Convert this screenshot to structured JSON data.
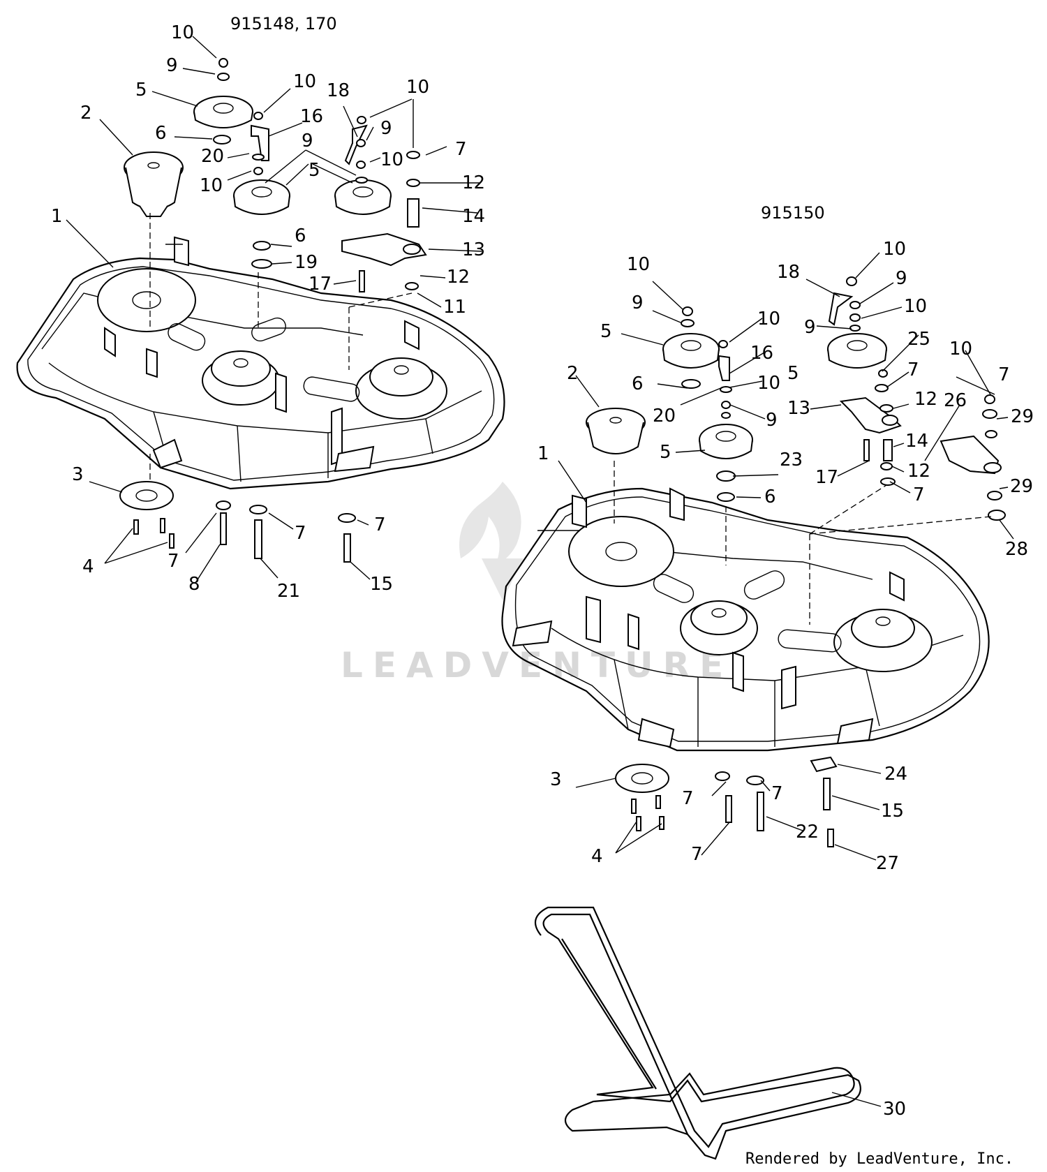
{
  "diagram": {
    "left_model_title": "915148, 170",
    "right_model_title": "915150",
    "watermark": "LEADVENTURE",
    "credit": "Rendered by LeadVenture, Inc."
  },
  "callouts": {
    "left": {
      "c10a": "10",
      "c9a": "9",
      "c5a": "5",
      "c10b": "10",
      "c18": "18",
      "c10c": "10",
      "c2": "2",
      "c16": "16",
      "c6a": "6",
      "c9b": "9",
      "c7a": "7",
      "c20": "20",
      "c10d": "10",
      "c10e": "10",
      "c9c": "9",
      "c12a": "12",
      "c5b": "5",
      "c14": "14",
      "c1": "1",
      "c13": "13",
      "c6b": "6",
      "c19": "19",
      "c17": "17",
      "c12b": "12",
      "c11": "11",
      "c3": "3",
      "c7b": "7",
      "c7c": "7",
      "c4": "4",
      "c7d": "7",
      "c8": "8",
      "c21": "21",
      "c15": "15"
    },
    "right": {
      "c10a": "10",
      "c18": "18",
      "c9a": "9",
      "c10b": "10",
      "c9b": "9",
      "c10c": "10",
      "c10d": "10",
      "c9c": "9",
      "c5a": "5",
      "c25": "25",
      "c10e": "10",
      "c16": "16",
      "c2": "2",
      "c7a": "7",
      "c6a": "6",
      "c5b": "5",
      "c7b": "7",
      "c10f": "10",
      "c13": "13",
      "c12a": "12",
      "c26": "26",
      "c29a": "29",
      "c20": "20",
      "c9d": "9",
      "c14": "14",
      "c5c": "5",
      "c23": "23",
      "c1": "1",
      "c17": "17",
      "c12b": "12",
      "c29b": "29",
      "c6b": "6",
      "c7c": "7",
      "c28": "28",
      "c3": "3",
      "c24": "24",
      "c7d": "7",
      "c7e": "7",
      "c15": "15",
      "c4": "4",
      "c7f": "7",
      "c22": "22",
      "c27": "27",
      "c30": "30"
    }
  }
}
